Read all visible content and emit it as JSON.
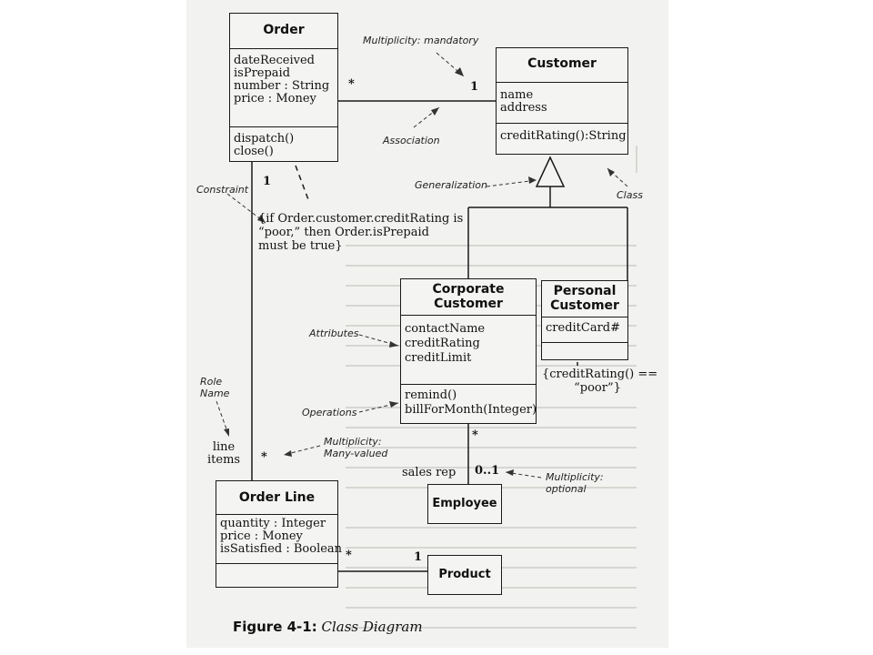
{
  "classes": {
    "order": {
      "name": "Order",
      "attributes": [
        "dateReceived",
        "isPrepaid",
        "number : String",
        "price : Money"
      ],
      "operations": [
        "dispatch()",
        "close()"
      ]
    },
    "customer": {
      "name": "Customer",
      "attributes": [
        "name",
        "address"
      ],
      "operations": [
        "creditRating():String"
      ]
    },
    "corporate": {
      "name_line1": "Corporate",
      "name_line2": "Customer",
      "attributes": [
        "contactName",
        "creditRating",
        "creditLimit"
      ],
      "operations": [
        "remind()",
        "billForMonth(Integer)"
      ]
    },
    "personal": {
      "name_line1": "Personal",
      "name_line2": "Customer",
      "attributes": [
        "creditCard#"
      ]
    },
    "employee": {
      "name": "Employee"
    },
    "orderline": {
      "name": "Order Line",
      "attributes": [
        "quantity : Integer",
        "price : Money",
        "isSatisfied : Boolean"
      ]
    },
    "product": {
      "name": "Product"
    }
  },
  "constraints": {
    "order_constraint": [
      "{if Order.customer.creditRating is",
      "“poor,” then Order.isPrepaid",
      "must be true}"
    ],
    "personal_constraint": [
      "{creditRating() ==",
      "“poor”}"
    ]
  },
  "multiplicities": {
    "order_customer_star": "*",
    "order_customer_one": "1",
    "order_lineitems_one": "1",
    "lineitems_star": "*",
    "corporate_salesrep_star": "*",
    "employee_optional": "0..1",
    "orderline_product_star": "*",
    "product_one": "1"
  },
  "role_names": {
    "line_items": [
      "line",
      "items"
    ],
    "sales_rep": "sales rep"
  },
  "annotations": {
    "multiplicity_mandatory": "Multiplicity: mandatory",
    "association": "Association",
    "generalization": "Generalization",
    "class": "Class",
    "constraint": "Constraint",
    "attributes": "Attributes",
    "operations": "Operations",
    "role_name": [
      "Role",
      "Name"
    ],
    "multiplicity_many": [
      "Multiplicity:",
      "Many-valued"
    ],
    "multiplicity_optional": [
      "Multiplicity:",
      "optional"
    ]
  },
  "caption": {
    "figure": "Figure 4-1:",
    "title": " Class Diagram"
  }
}
